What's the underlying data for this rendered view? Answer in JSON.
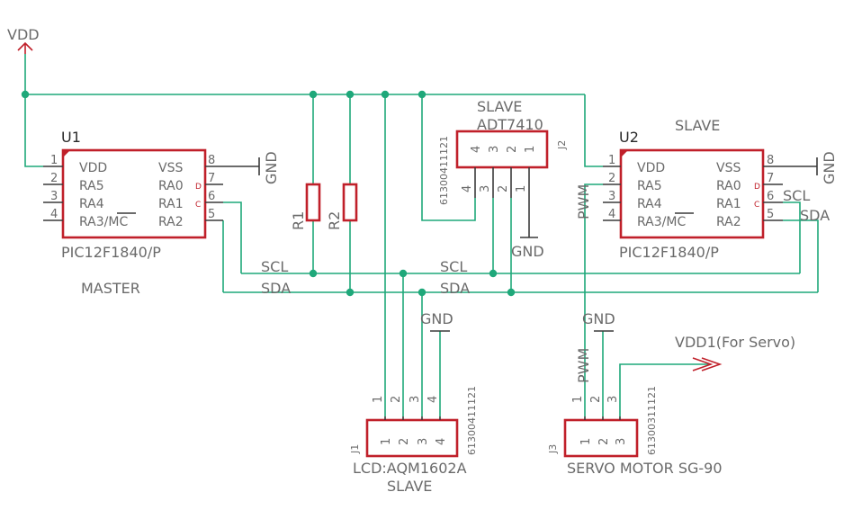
{
  "power": {
    "vdd": "VDD",
    "vdd_servo": "VDD1(For Servo)",
    "gnd": "GND"
  },
  "u1": {
    "ref": "U1",
    "part": "PIC12F1840/P",
    "role": "MASTER",
    "left_pins": [
      {
        "num": "1",
        "name": "VDD"
      },
      {
        "num": "2",
        "name": "RA5"
      },
      {
        "num": "3",
        "name": "RA4"
      },
      {
        "num": "4",
        "name": "RA3/MC"
      }
    ],
    "right_pins": [
      {
        "num": "8",
        "name": "VSS"
      },
      {
        "num": "7",
        "name": "RA0"
      },
      {
        "num": "6",
        "name": "RA1"
      },
      {
        "num": "5",
        "name": "RA2"
      }
    ],
    "marks": {
      "ra0": "D",
      "ra1": "C"
    }
  },
  "u2": {
    "ref": "U2",
    "part": "PIC12F1840/P",
    "role": "SLAVE",
    "left_pins": [
      {
        "num": "1",
        "name": "VDD"
      },
      {
        "num": "2",
        "name": "RA5"
      },
      {
        "num": "3",
        "name": "RA4"
      },
      {
        "num": "4",
        "name": "RA3/MC"
      }
    ],
    "right_pins": [
      {
        "num": "8",
        "name": "VSS"
      },
      {
        "num": "7",
        "name": "RA0"
      },
      {
        "num": "6",
        "name": "RA1"
      },
      {
        "num": "5",
        "name": "RA2"
      }
    ],
    "marks": {
      "ra0": "D",
      "ra1": "C"
    }
  },
  "resistors": [
    {
      "ref": "R1"
    },
    {
      "ref": "R2"
    }
  ],
  "j2": {
    "ref": "J2",
    "role": "SLAVE",
    "part": "ADT7410",
    "mpn": "61300411121",
    "pins": [
      "4",
      "3",
      "2",
      "1"
    ]
  },
  "j1": {
    "ref": "J1",
    "part": "LCD:AQM1602A",
    "role": "SLAVE",
    "mpn": "61300411121",
    "pins": [
      "1",
      "2",
      "3",
      "4"
    ]
  },
  "j3": {
    "ref": "J3",
    "part": "SERVO MOTOR SG-90",
    "mpn": "61300311121",
    "pins": [
      "1",
      "2",
      "3"
    ]
  },
  "nets": {
    "scl": "SCL",
    "sda": "SDA",
    "pwm": "PWM"
  }
}
